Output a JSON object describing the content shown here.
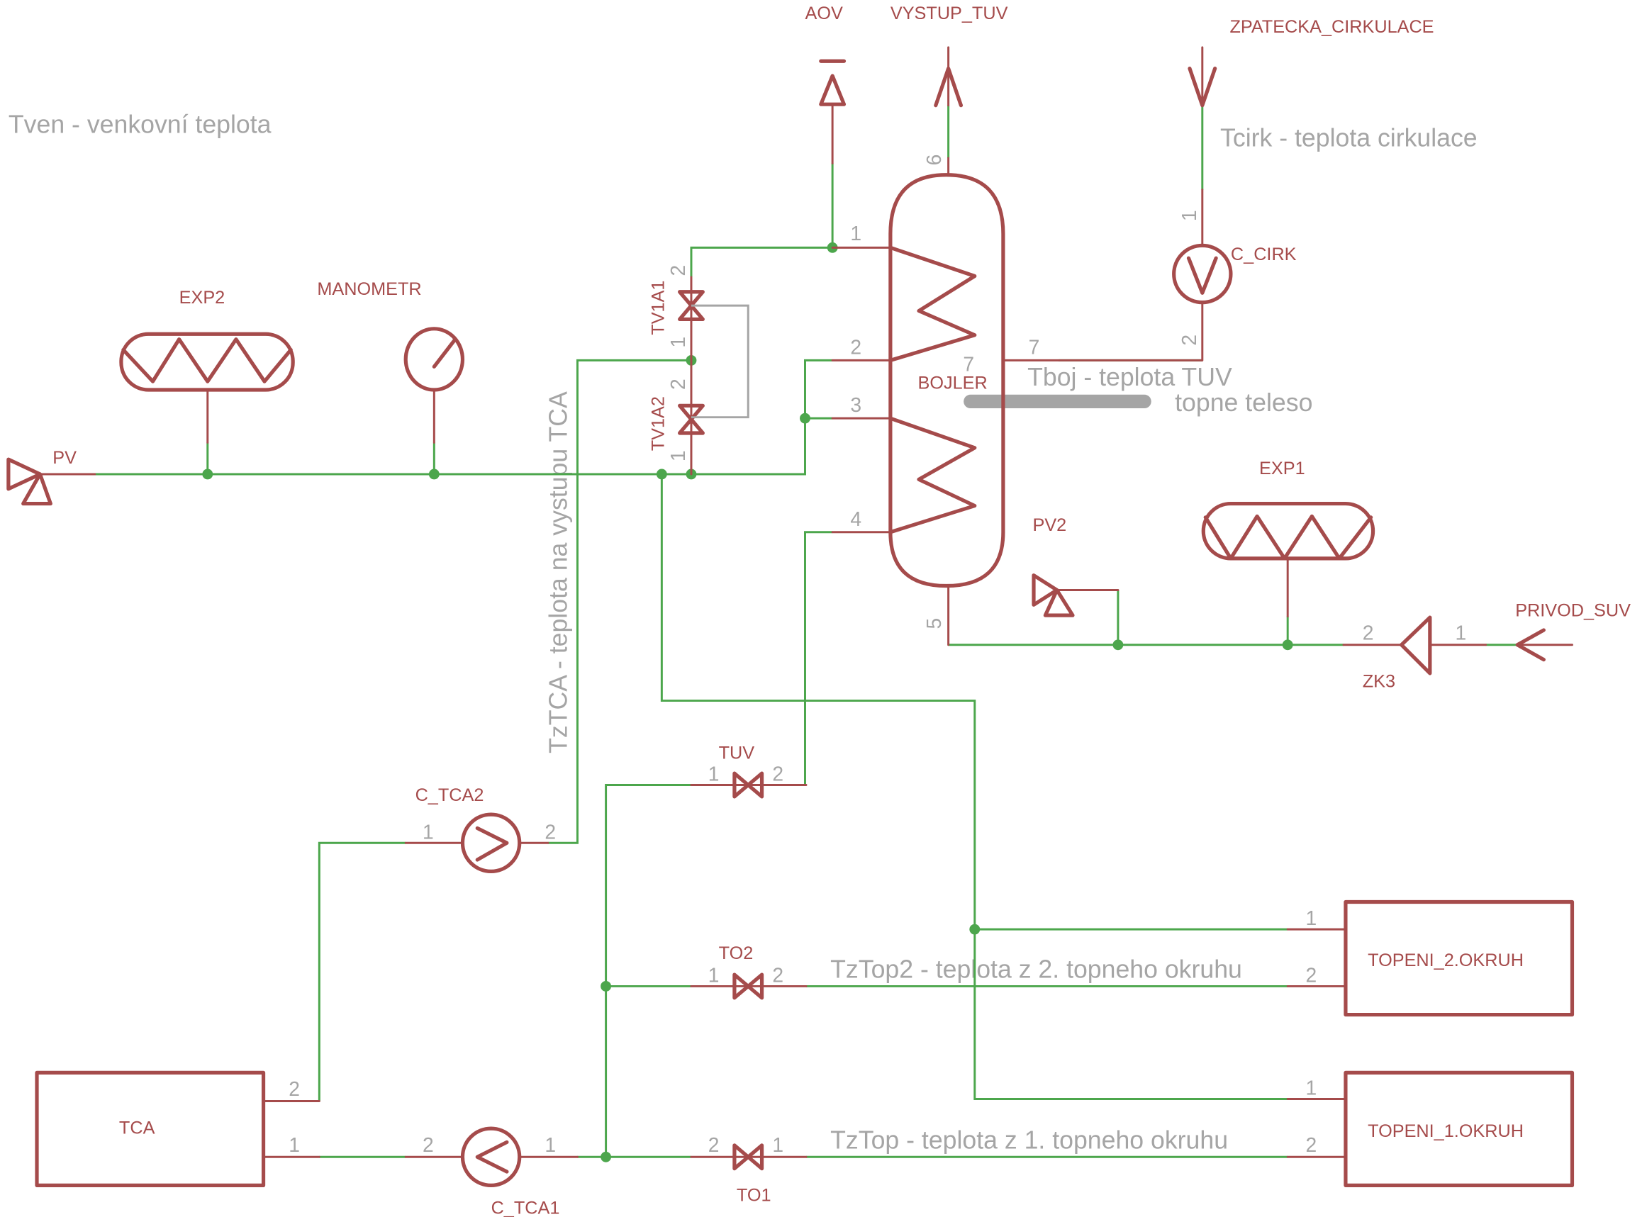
{
  "title": "Schéma zapojení kotelny",
  "colors": {
    "symbol": "#a54b4b",
    "wire": "#4ca64c",
    "annotation": "#a5a5a5",
    "background": "#ffffff"
  },
  "annotations": {
    "tven": "Tven - venkovní teplota",
    "tcirk": "Tcirk - teplota cirkulace",
    "tboj": "Tboj - teplota TUV",
    "topne_teleso": "topne teleso",
    "tztca": "TzTCA - teplota na vystupu TCA",
    "tztop2": "TzTop2 - teplota z 2. topneho okruhu",
    "tztop": "TzTop - teplota z 1. topneho okruhu"
  },
  "components": {
    "aov": "AOV",
    "vystup_tuv": "VYSTUP_TUV",
    "zpatecka": "ZPATECKA_CIRKULACE",
    "c_cirk": "C_CIRK",
    "exp2": "EXP2",
    "manometr": "MANOMETR",
    "pv": "PV",
    "tv1a1": "TV1A1",
    "tv1a2": "TV1A2",
    "bojler": "BOJLER",
    "pv2": "PV2",
    "exp1": "EXP1",
    "privod_suv": "PRIVOD_SUV",
    "zk3": "ZK3",
    "tuv": "TUV",
    "c_tca2": "C_TCA2",
    "to2": "TO2",
    "to1": "TO1",
    "c_tca1": "C_TCA1",
    "tca": "TCA",
    "topeni2": "TOPENI_2.OKRUH",
    "topeni1": "TOPENI_1.OKRUH"
  },
  "pins": {
    "one": "1",
    "two": "2",
    "three": "3",
    "four": "4",
    "five": "5",
    "six": "6",
    "seven": "7"
  }
}
